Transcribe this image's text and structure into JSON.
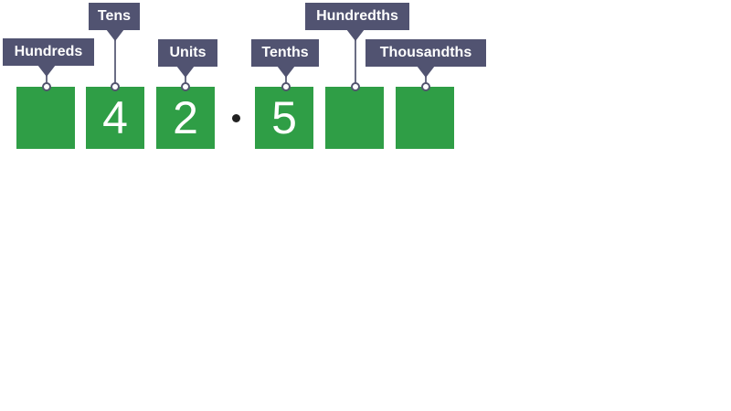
{
  "places": [
    {
      "label": "Hundreds",
      "digit": ""
    },
    {
      "label": "Tens",
      "digit": "4"
    },
    {
      "label": "Units",
      "digit": "2"
    },
    {
      "label": "Tenths",
      "digit": "5"
    },
    {
      "label": "Hundredths",
      "digit": ""
    },
    {
      "label": "Thousandths",
      "digit": ""
    }
  ],
  "decimal_point": {
    "glyph": "·"
  },
  "colors": {
    "cell_green": "#2f9e46",
    "label_slate": "#515371",
    "connector_line": "#6b6d84",
    "node_border": "#53556e",
    "node_fill": "#ffffff",
    "digit_text": "#ffffff",
    "decimal_dot": "#212121",
    "background": "#ffffff"
  }
}
